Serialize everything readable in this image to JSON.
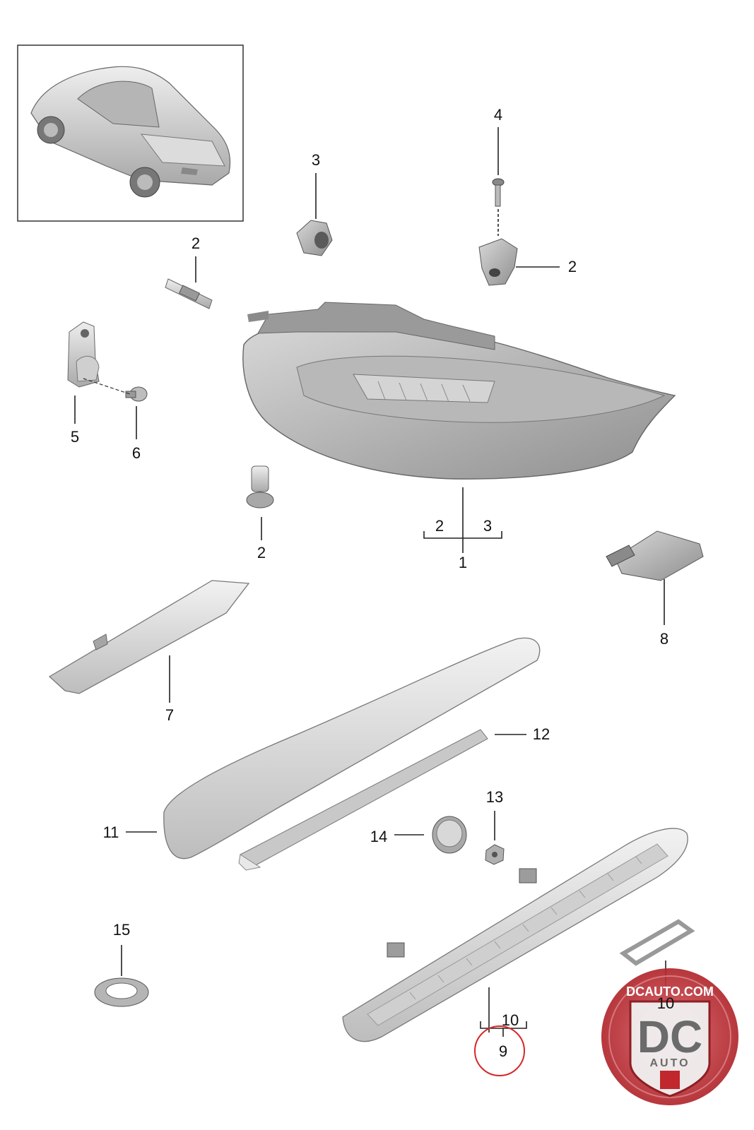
{
  "callouts": {
    "c1": "1",
    "c1_sub_a": "2",
    "c1_sub_b": "3",
    "c2_bolt": "2",
    "c2_nut": "2",
    "c2_stud": "2",
    "c3": "3",
    "c4": "4",
    "c5": "5",
    "c6": "6",
    "c7": "7",
    "c8": "8",
    "c9": "9",
    "c10_bracket": "10",
    "c10_gasket": "10",
    "c11": "11",
    "c12": "12",
    "c13": "13",
    "c14": "14",
    "c15": "15"
  },
  "watermark": {
    "url_text": "DCAUTO.COM",
    "logo_letters": "DC",
    "logo_word": "AUTO"
  },
  "colors": {
    "highlight_circle": "#d62828",
    "watermark_red": "#c0282d",
    "part_fill": "#c9c9c9",
    "line": "#222222"
  }
}
